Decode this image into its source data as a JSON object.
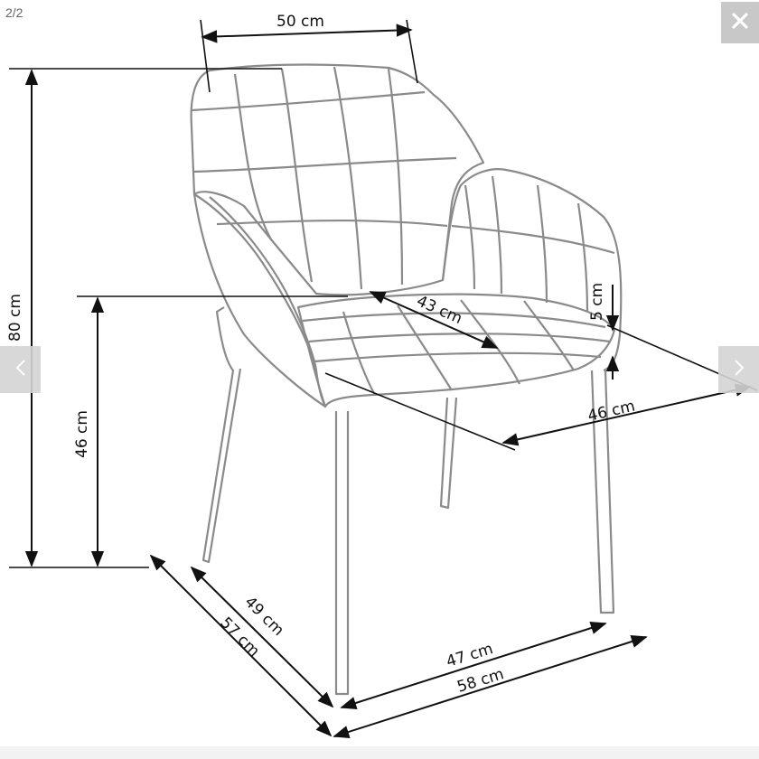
{
  "viewer": {
    "counter": "2/2",
    "close_icon": "close-icon",
    "prev_icon": "chevron-left-icon",
    "next_icon": "chevron-right-icon"
  },
  "drawing": {
    "dimensions": {
      "top_width": "50 cm",
      "total_height": "80 cm",
      "seat_height": "46 cm",
      "seat_depth": "43 cm",
      "armrest_height": "5 cm",
      "seat_width": "46 cm",
      "depth_inner": "49 cm",
      "depth_outer": "57 cm",
      "width_inner": "47 cm",
      "width_outer": "58 cm"
    }
  }
}
